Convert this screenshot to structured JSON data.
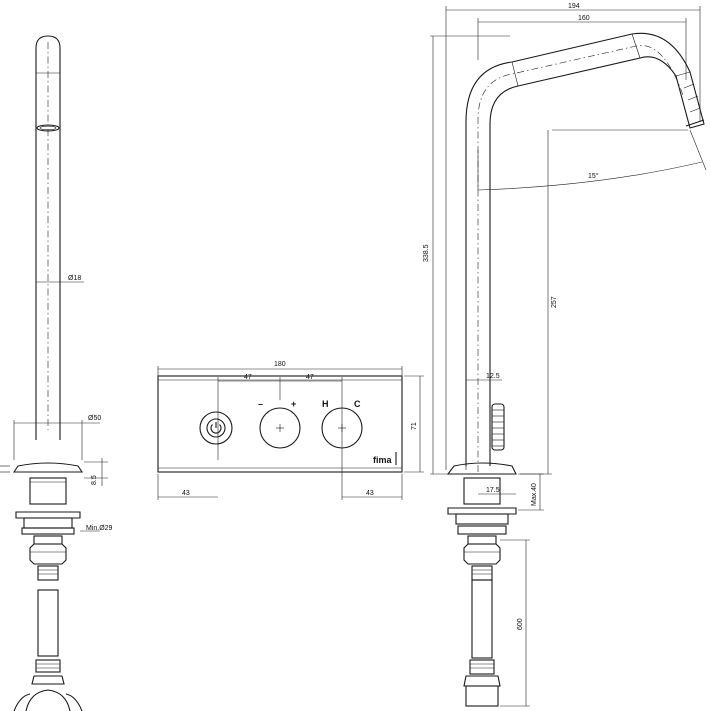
{
  "dimensions": {
    "side_view": {
      "spout_diameter": "Ø18",
      "base_diameter": "Ø50",
      "base_height": "8.5",
      "min_hole": "Min.Ø29"
    },
    "front_panel": {
      "total_width": "180",
      "spacing_left": "47",
      "spacing_right": "47",
      "height": "71",
      "left_offset": "43",
      "right_offset": "43"
    },
    "spout_profile": {
      "overall_reach": "194",
      "spout_reach": "160",
      "total_height": "338.5",
      "outlet_height": "257",
      "angle": "15°",
      "lever_offset": "12.5",
      "base_offset": "17.5",
      "max_thickness": "Max.40",
      "hose_length": "600"
    }
  },
  "panel_symbols": {
    "minus": "–",
    "plus": "+",
    "hot": "H",
    "cold": "C"
  },
  "brand": "fima"
}
